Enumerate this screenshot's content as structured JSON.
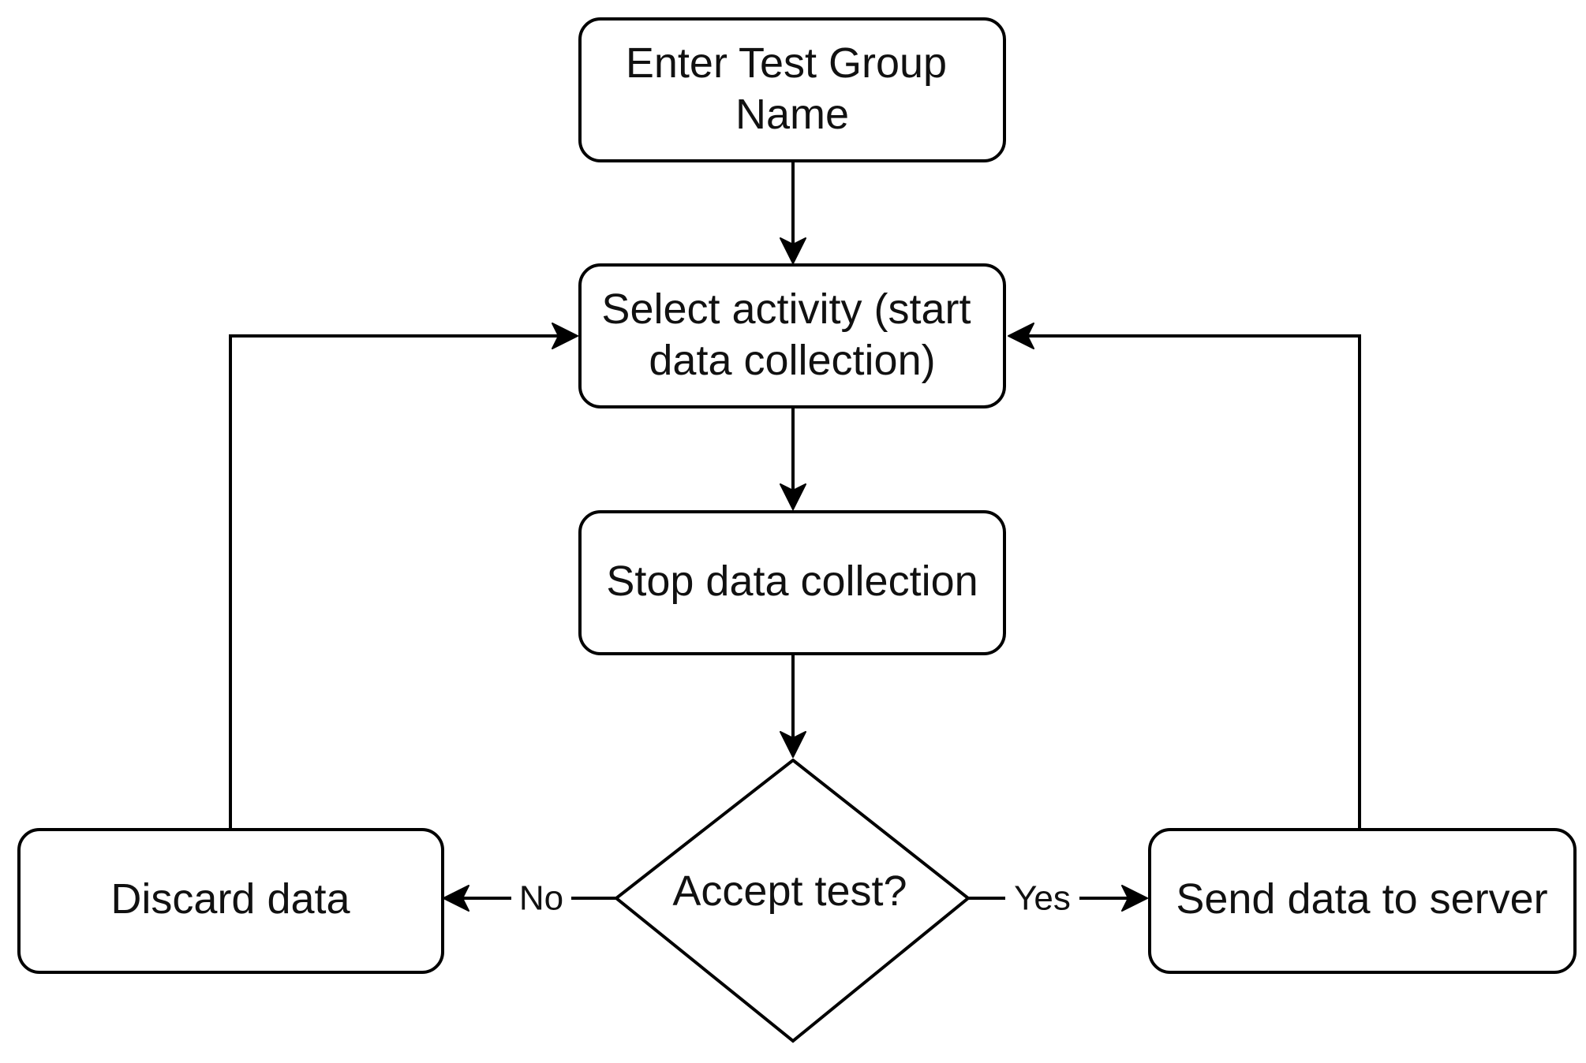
{
  "diagram": {
    "type": "flowchart",
    "nodes": {
      "enter_group": {
        "shape": "rounded-rect",
        "lines": [
          "Enter Test Group",
          "Name"
        ]
      },
      "select_activity": {
        "shape": "rounded-rect",
        "lines": [
          "Select activity (start",
          "data collection)"
        ]
      },
      "stop_collection": {
        "shape": "rounded-rect",
        "lines": [
          "Stop data collection"
        ]
      },
      "accept_test": {
        "shape": "diamond",
        "lines": [
          "Accept test?"
        ]
      },
      "discard_data": {
        "shape": "rounded-rect",
        "lines": [
          "Discard data"
        ]
      },
      "send_data": {
        "shape": "rounded-rect",
        "lines": [
          "Send data to server"
        ]
      }
    },
    "edges": {
      "enter_to_select": {
        "from": "enter_group",
        "to": "select_activity",
        "label": ""
      },
      "select_to_stop": {
        "from": "select_activity",
        "to": "stop_collection",
        "label": ""
      },
      "stop_to_accept": {
        "from": "stop_collection",
        "to": "accept_test",
        "label": ""
      },
      "accept_no": {
        "from": "accept_test",
        "to": "discard_data",
        "label": "No"
      },
      "accept_yes": {
        "from": "accept_test",
        "to": "send_data",
        "label": "Yes"
      },
      "discard_loop": {
        "from": "discard_data",
        "to": "select_activity",
        "label": ""
      },
      "send_loop": {
        "from": "send_data",
        "to": "select_activity",
        "label": ""
      }
    },
    "colors": {
      "stroke": "#000000",
      "text": "#111111",
      "fill": "#ffffff"
    }
  }
}
